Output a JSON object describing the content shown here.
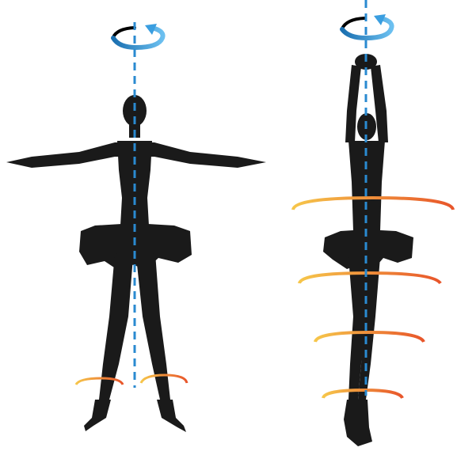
{
  "colors": {
    "silhouette": "#1a1a1a",
    "rotation_axis": "#2a8ad0",
    "rotation_arrow_blue": "#3a9ee0",
    "rotation_arrow_dark": "#000000",
    "ring_gradient_start": "#f6c64a",
    "ring_gradient_end": "#e8552a"
  },
  "figures": [
    {
      "pose": "arms-extended",
      "rotation_indicator": "rotation-arrow-icon",
      "rings": 2
    },
    {
      "pose": "arms-raised",
      "rotation_indicator": "rotation-arrow-icon",
      "rings": 4
    }
  ]
}
